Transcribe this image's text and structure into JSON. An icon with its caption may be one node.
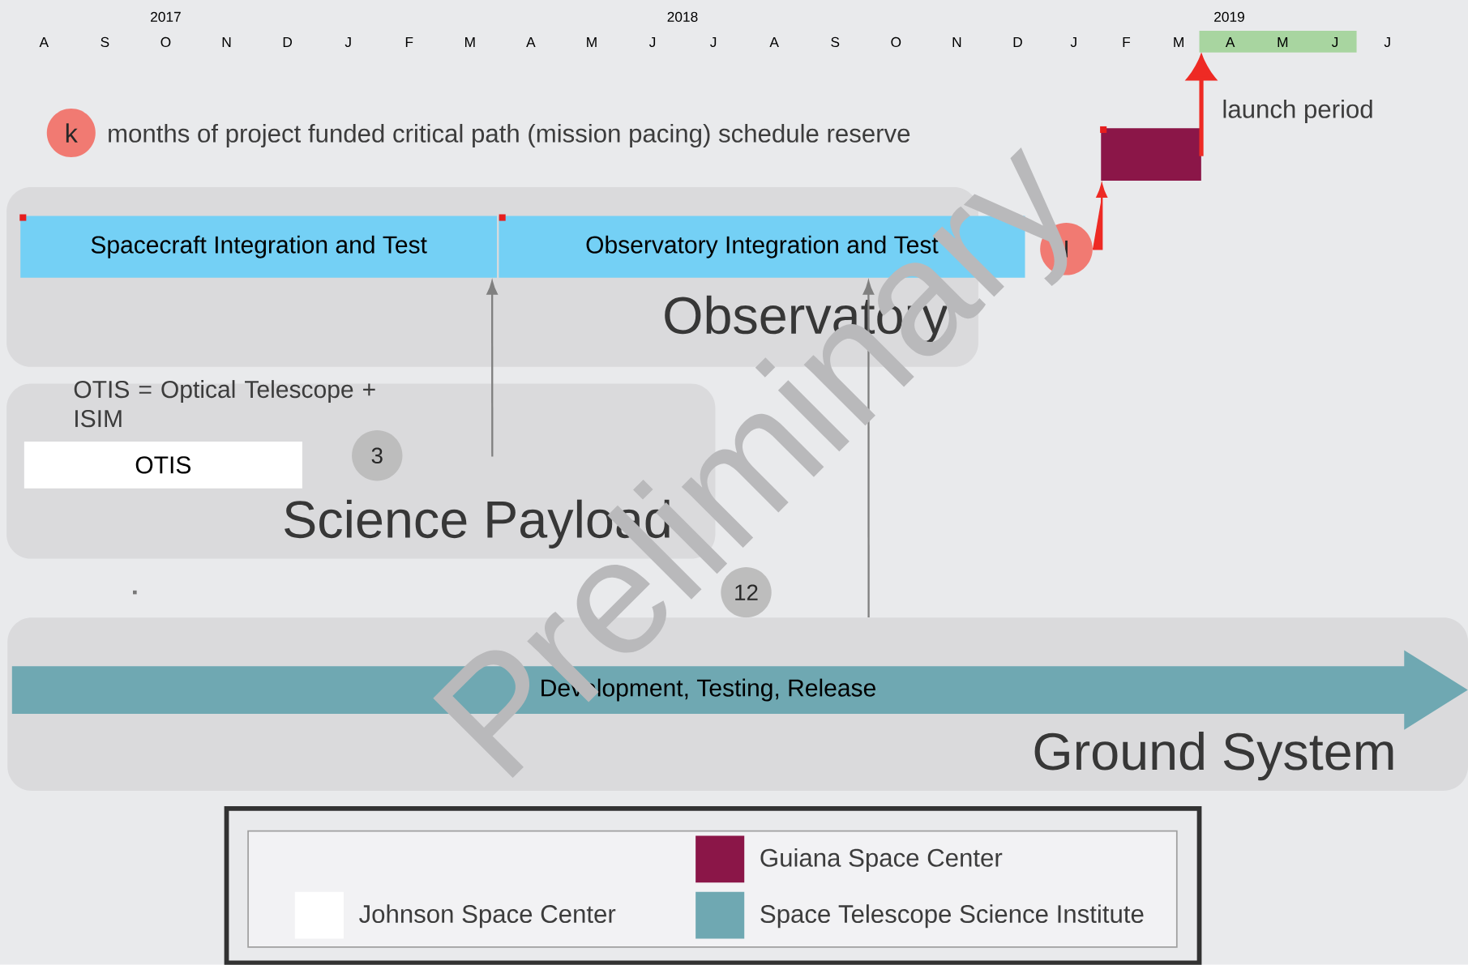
{
  "diagram": {
    "nodes": [
      {
        "text": [
          "k"
        ],
        "beside": [
          "months of project funded critical path (mission pacing) schedule reserve"
        ]
      },
      {
        "text": [],
        "shape": "box"
      },
      {
        "text": [
          "Observatory"
        ]
      },
      {
        "text": [
          "Spacecraft Integration and Test"
        ],
        "in": 2
      },
      {
        "text": [
          "Observatory Integration and Test"
        ],
        "in": 2
      },
      {
        "text": [
          "I"
        ]
      },
      {
        "text": [
          "Science Payload"
        ]
      },
      {
        "text": [
          "OTIS"
        ],
        "in": 6
      },
      {
        "text": [
          "3"
        ],
        "in": 6
      },
      {
        "text": [
          "12"
        ]
      },
      {
        "text": [
          "Ground System"
        ]
      },
      {
        "text": [
          "Development, Testing, Release"
        ],
        "in": 10
      },
      {
        "text": [],
        "shape": "bar"
      }
    ],
    "edges": [
      {
        "from": 5,
        "to": 1,
        "arrow": "to",
        "color": "#ee2a24"
      },
      {
        "from": 1,
        "to": 12,
        "arrow": "to",
        "color": "#ee2a24",
        "style": "thick"
      },
      {
        "from": 6,
        "to": 3,
        "arrow": "to",
        "color": "#808080"
      },
      {
        "from": 10,
        "to": 4,
        "arrow": "to",
        "color": "#808080"
      }
    ],
    "labels": [
      "2017",
      "2018",
      "2019",
      "A",
      "S",
      "O",
      "N",
      "D",
      "J",
      "F",
      "M",
      "A",
      "M",
      "J",
      "J",
      "A",
      "S",
      "O",
      "N",
      "D",
      "J",
      "F",
      "M",
      "A",
      "M",
      "J",
      "J",
      "launch period",
      "OTIS = Optical Telescope + ISIM",
      "Preliminary"
    ],
    "legend": [
      {
        "text": "Johnson Space Center",
        "color": "#ffffff"
      },
      {
        "text": "Guiana Space Center",
        "color": "#8b1648"
      },
      {
        "text": "Space Telescope Science Institute",
        "color": "#6fa8b2"
      }
    ]
  }
}
